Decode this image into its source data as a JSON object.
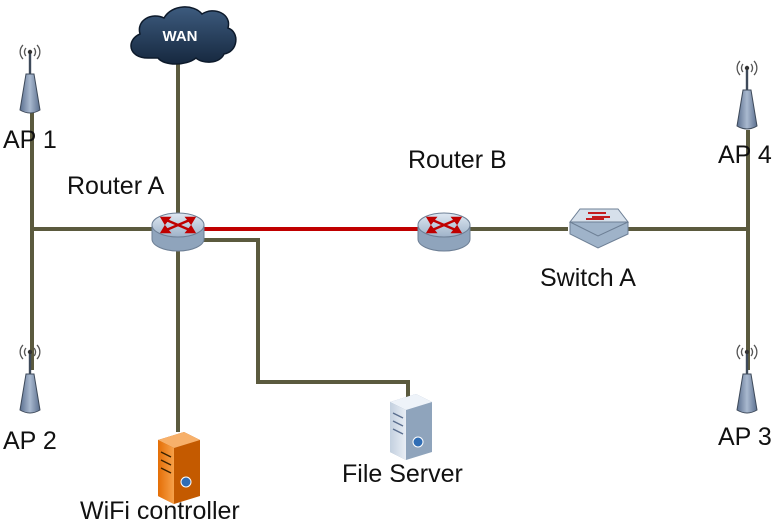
{
  "cloud": {
    "label": "WAN"
  },
  "routers": {
    "a": "Router A",
    "b": "Router B"
  },
  "switch": {
    "label": "Switch A"
  },
  "access_points": {
    "ap1": "AP 1",
    "ap2": "AP 2",
    "ap3": "AP 3",
    "ap4": "AP 4"
  },
  "servers": {
    "wifi_controller": "WiFi controller",
    "file_server": "File Server"
  },
  "colors": {
    "cable": "#5b5a3e",
    "wan_link": "#c00000",
    "router": "#b9c9dc",
    "cloud": "#1f3550",
    "controller": "#f28a1e"
  }
}
